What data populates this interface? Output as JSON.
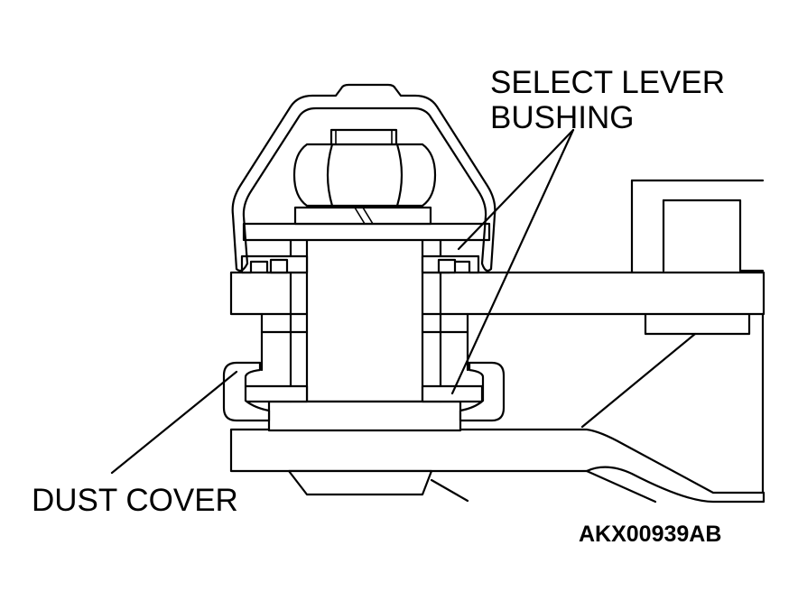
{
  "labels": {
    "select_lever_bushing_line1": "SELECT LEVER",
    "select_lever_bushing_line2": "BUSHING",
    "dust_cover": "DUST COVER",
    "figure_code": "AKX00939AB"
  }
}
